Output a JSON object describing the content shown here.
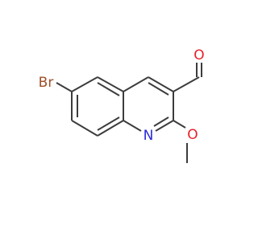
{
  "molecule": {
    "atoms": {
      "bromine": {
        "label": "Br",
        "color": "#a0502a"
      },
      "aldehyde_oxygen": {
        "label": "O",
        "color": "#e8202a"
      },
      "methoxy_oxygen": {
        "label": "O",
        "color": "#e8202a"
      },
      "ring_nitrogen": {
        "label": "N",
        "color": "#2a2ad8"
      }
    },
    "bond_color": "#3c3c3c"
  }
}
